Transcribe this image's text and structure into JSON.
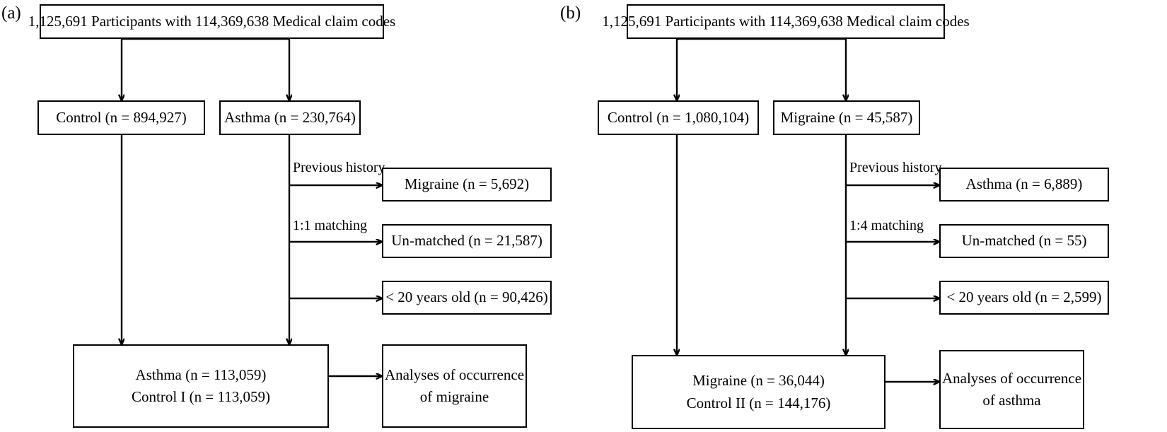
{
  "figure": {
    "type": "flowchart",
    "panels": [
      {
        "label": "(a)",
        "nodes": {
          "source": "1,125,691 Participants with 114,369,638 Medical claim codes",
          "control": "Control (n = 894,927)",
          "exposed": "Asthma (n = 230,764)",
          "exclusion1": "Migraine (n = 5,692)",
          "exclusion2": "Un-matched (n = 21,587)",
          "exclusion3": "< 20 years old (n = 90,426)",
          "final_line1": "Asthma (n = 113,059)",
          "final_line2": "Control I (n = 113,059)",
          "analysis_line1": "Analyses of occurrence",
          "analysis_line2": "of migraine"
        },
        "edge_labels": {
          "previous_history": "Previous history",
          "matching": "1:1 matching"
        }
      },
      {
        "label": "(b)",
        "nodes": {
          "source": "1,125,691 Participants with 114,369,638 Medical claim codes",
          "control": "Control (n = 1,080,104)",
          "exposed": "Migraine (n = 45,587)",
          "exclusion1": "Asthma (n = 6,889)",
          "exclusion2": "Un-matched (n = 55)",
          "exclusion3": "< 20 years old (n = 2,599)",
          "final_line1": "Migraine (n = 36,044)",
          "final_line2": "Control II (n = 144,176)",
          "analysis_line1": "Analyses of occurrence",
          "analysis_line2": "of asthma"
        },
        "edge_labels": {
          "previous_history": "Previous history",
          "matching": "1:4 matching"
        }
      }
    ],
    "colors": {
      "stroke": "#000000",
      "background": "#ffffff",
      "text": "#000000"
    }
  }
}
